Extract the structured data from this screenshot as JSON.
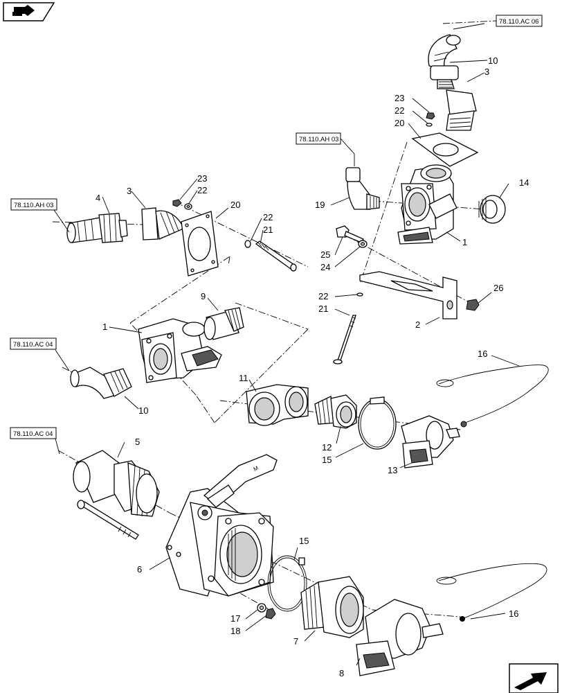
{
  "callouts": {
    "c1a": "1",
    "c1b": "1",
    "c2": "2",
    "c3a": "3",
    "c3b": "3",
    "c4": "4",
    "c5": "5",
    "c6": "6",
    "c7": "7",
    "c8": "8",
    "c9": "9",
    "c10a": "10",
    "c10b": "10",
    "c11": "11",
    "c12": "12",
    "c13": "13",
    "c14": "14",
    "c15a": "15",
    "c15b": "15",
    "c16a": "16",
    "c16b": "16",
    "c17": "17",
    "c18": "18",
    "c19": "19",
    "c20a": "20",
    "c20b": "20",
    "c21a": "21",
    "c21b": "21",
    "c22a": "22",
    "c22b": "22",
    "c22c": "22",
    "c22d": "22",
    "c23a": "23",
    "c23b": "23",
    "c24": "24",
    "c25": "25",
    "c26": "26"
  },
  "references": {
    "ref_ac06": "78.110.AC 06",
    "ref_ah03_right": "78.110.AH 03",
    "ref_ah03_left": "78.110.AH 03",
    "ref_ac04_mid": "78.110.AC 04",
    "ref_ac04_low": "78.110.AC 04"
  },
  "icons": {
    "top_left": "previous-page-icon",
    "bottom_right": "next-page-icon"
  }
}
